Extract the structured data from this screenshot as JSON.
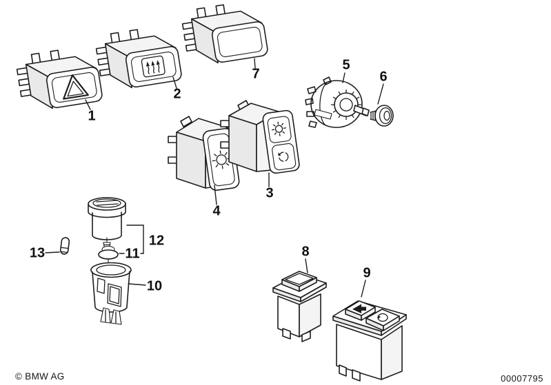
{
  "footer": {
    "copyright": "© BMW AG",
    "drawing_number": "00007795"
  },
  "parts": [
    {
      "ref": "1",
      "icon": "hazard-warning-triangle"
    },
    {
      "ref": "2",
      "icon": "heated-rear-window-arrows"
    },
    {
      "ref": "3",
      "icon": "twin-buttons-sun-and-dial"
    },
    {
      "ref": "4",
      "icon": "sun-rays"
    },
    {
      "ref": "5",
      "icon": "rotary-switch-body"
    },
    {
      "ref": "6",
      "icon": "round-knob"
    },
    {
      "ref": "7",
      "icon": "blank-rocker"
    },
    {
      "ref": "8",
      "icon": "push-button"
    },
    {
      "ref": "9",
      "icon": "twin-buttons-arrow-and-ring"
    },
    {
      "ref": "10",
      "icon": "lighter-socket"
    },
    {
      "ref": "11",
      "icon": "spring-washer"
    },
    {
      "ref": "12",
      "icon": "lighter-element"
    },
    {
      "ref": "13",
      "icon": "bulb"
    }
  ]
}
